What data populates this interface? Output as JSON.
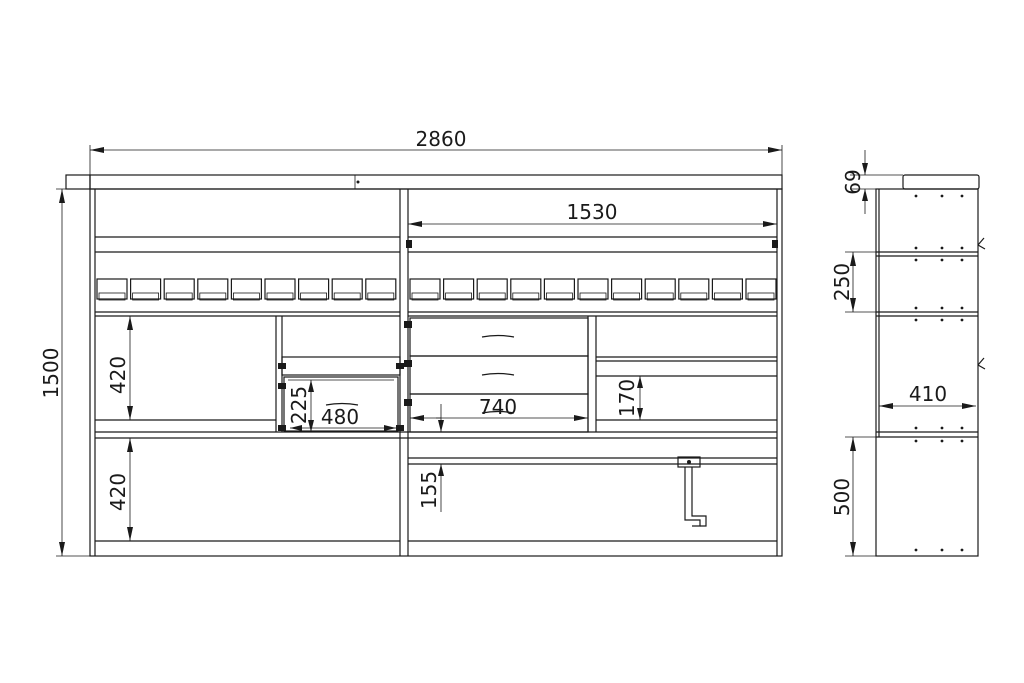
{
  "drawing": {
    "dimensions": {
      "total_width": "2860",
      "total_height": "1500",
      "upper_shelf_width": "1530",
      "left_bay_height": "420",
      "left_lower_height": "420",
      "small_drawer_height": "225",
      "small_drawer_width": "480",
      "drawer_width": "740",
      "right_bay_height": "170",
      "lower_clearance": "155",
      "side_top_offset": "69",
      "side_bin_height": "250",
      "side_depth": "410",
      "side_lower_height": "500"
    },
    "colors": {
      "line": "#1a1a1a",
      "background": "#ffffff"
    }
  }
}
